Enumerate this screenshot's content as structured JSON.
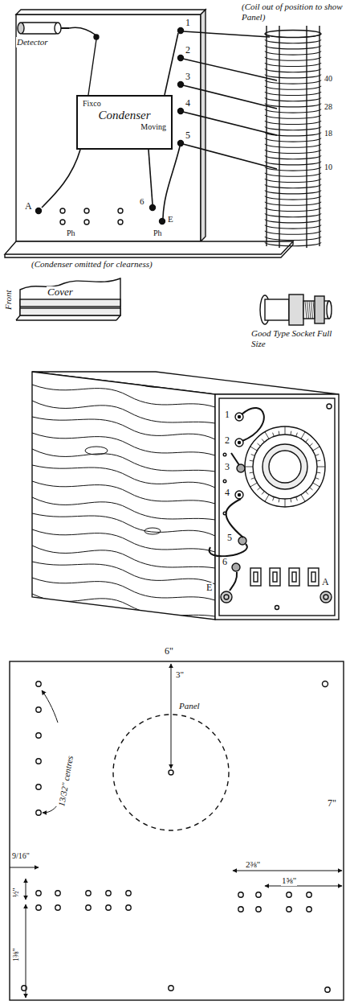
{
  "diagram": {
    "nodes": [
      {
        "text": [
          "Fixco",
          "Condenser",
          "Moving"
        ]
      }
    ],
    "labels": [
      "(Coil out of position to show Panel)",
      "Detector",
      "1",
      "2",
      "3",
      "4",
      "5",
      "40",
      "28",
      "18",
      "10",
      "A",
      "Ph",
      "Ph",
      "6",
      "E",
      "(Condenser omitted for clearness)",
      "Front",
      "Cover",
      "Good Type Socket Full Size",
      "1",
      "2",
      "3",
      "4",
      "5",
      "6",
      "E",
      "A",
      "6\"",
      "3\"",
      "Panel",
      "13/32\" centres",
      "9/16\"",
      "½\"",
      "1⅜\"",
      "2⅜\"",
      "1⅝\"",
      "7\""
    ]
  }
}
